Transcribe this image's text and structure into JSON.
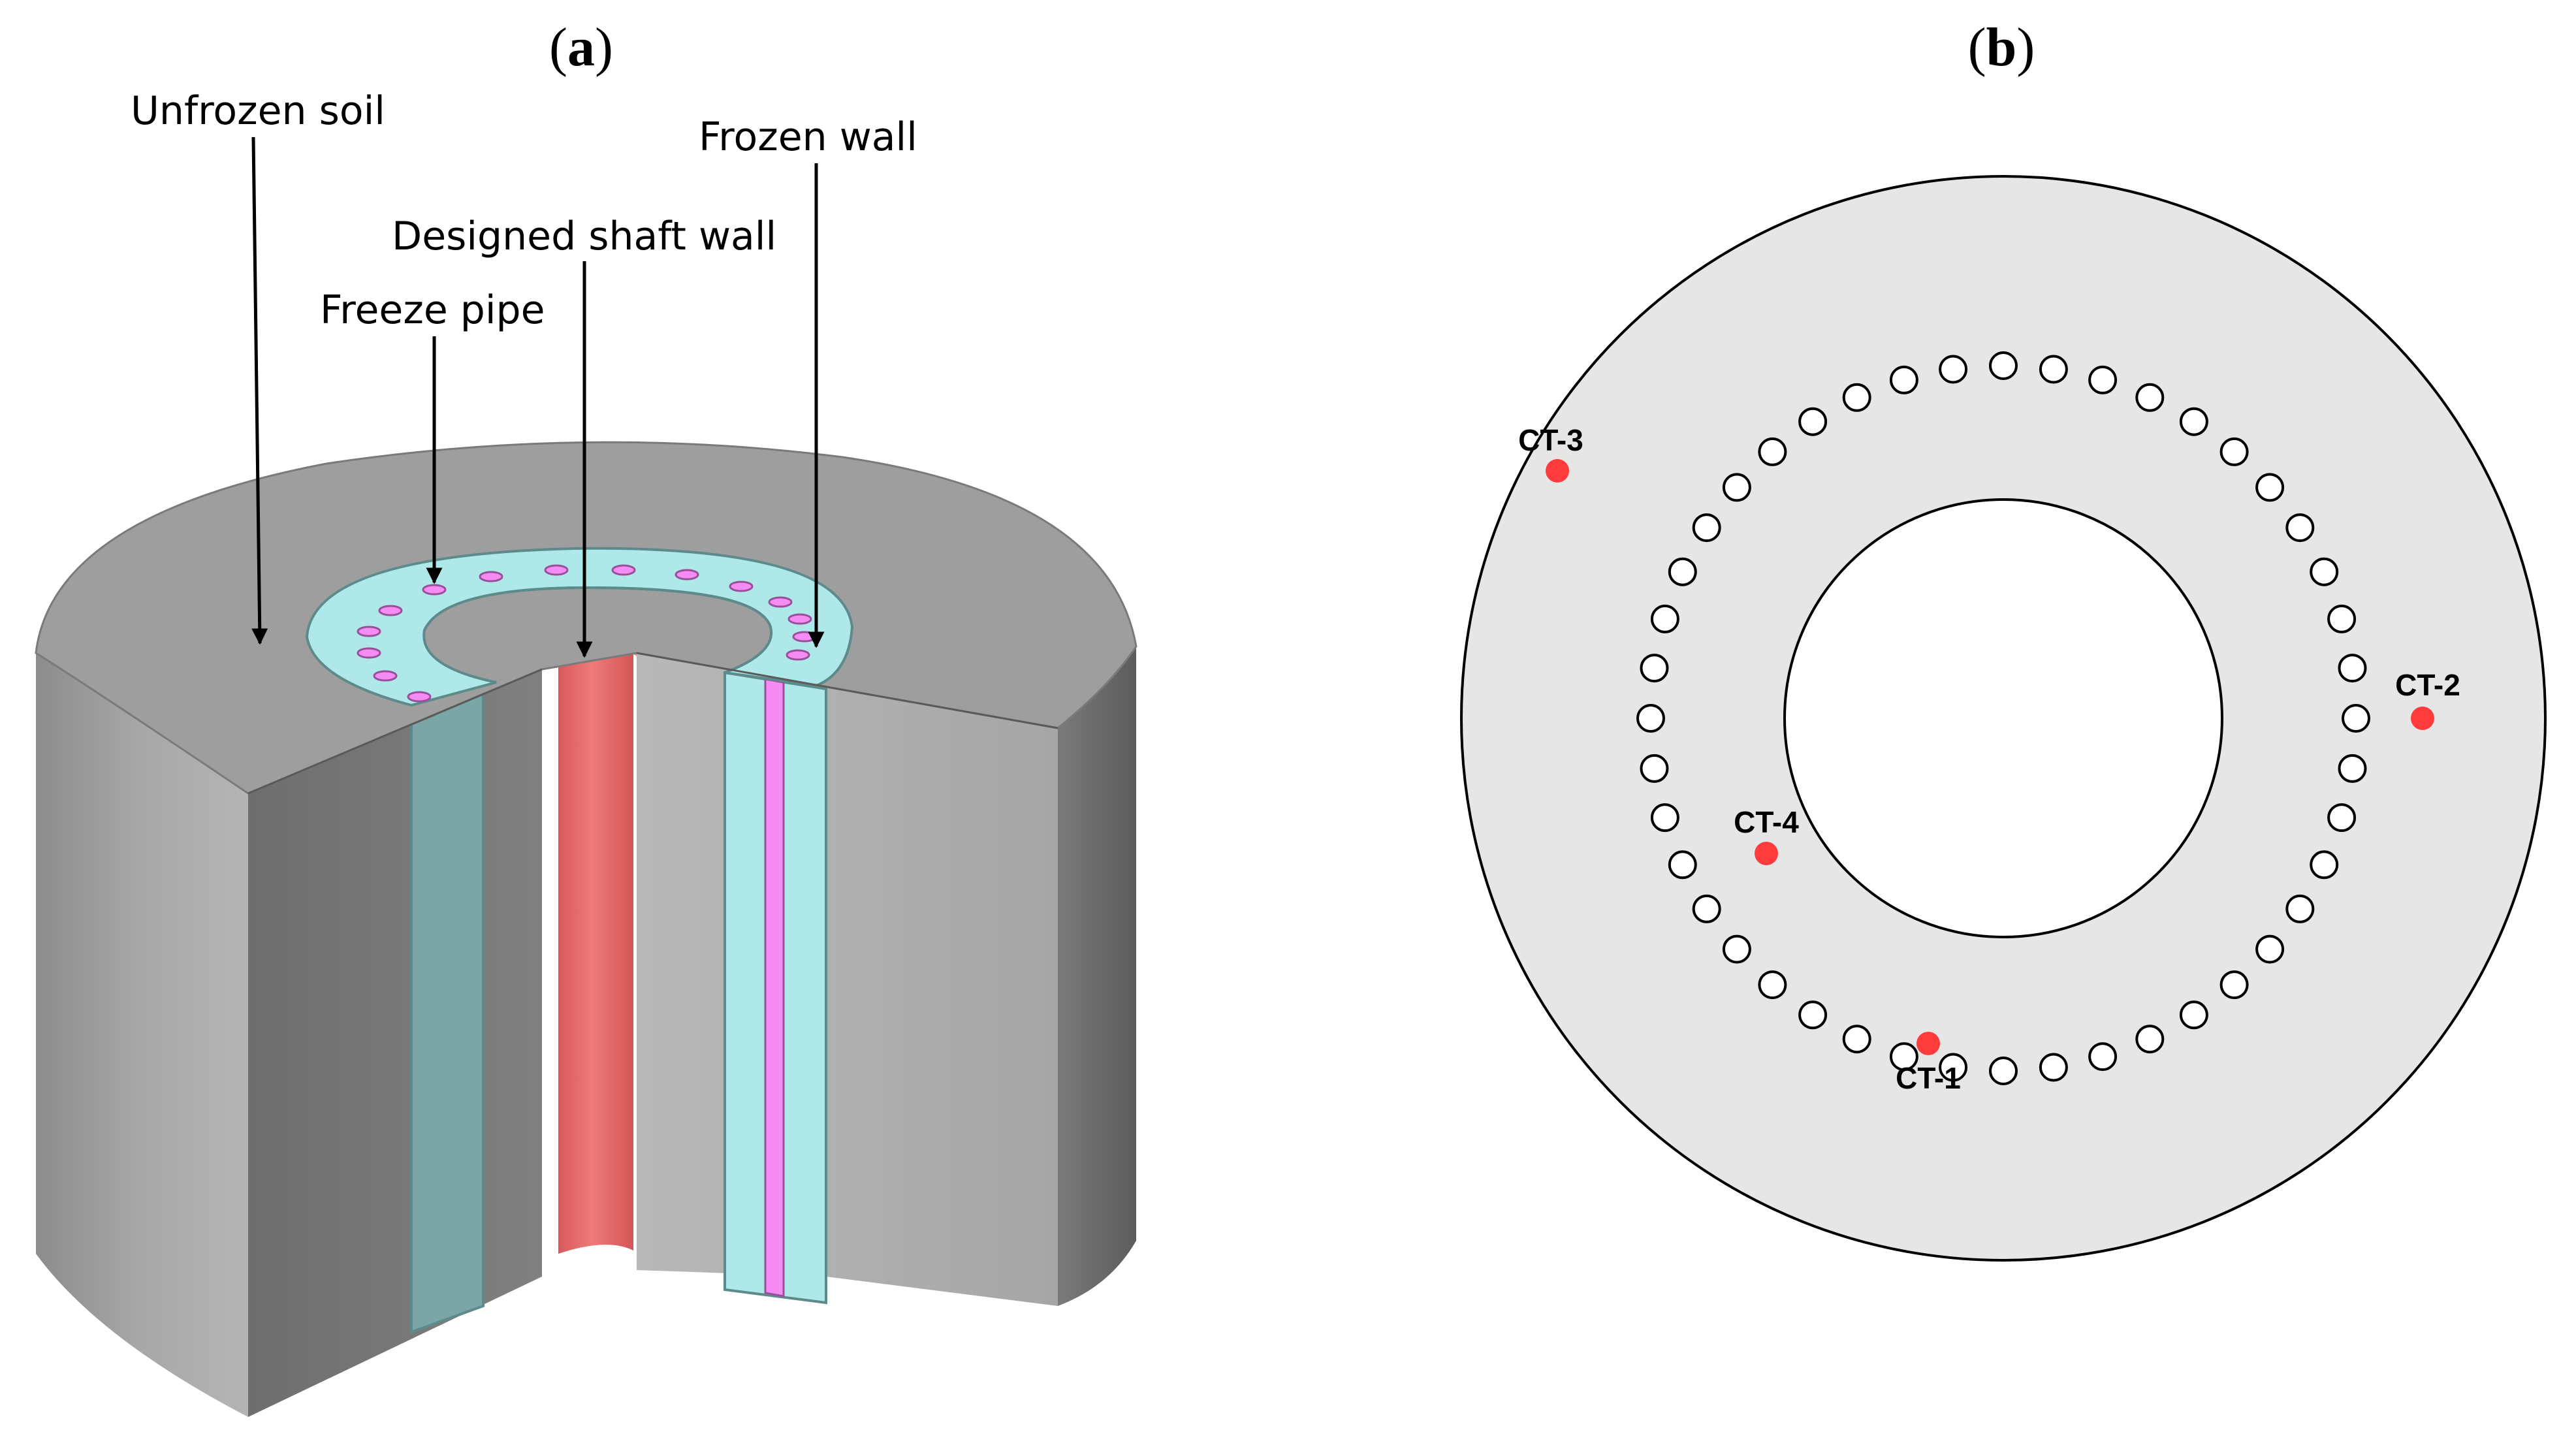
{
  "panel_a": {
    "label_open": "(",
    "label_letter": "a",
    "label_close": ")",
    "callouts": {
      "unfrozen_soil": "Unfrozen soil",
      "frozen_wall": "Frozen wall",
      "designed_shaft_wall": "Designed shaft wall",
      "freeze_pipe": "Freeze pipe"
    }
  },
  "panel_b": {
    "label_open": "(",
    "label_letter": "b",
    "label_close": ")",
    "freeze_pipe_count": 44,
    "sensors": [
      {
        "id": "CT-1"
      },
      {
        "id": "CT-2"
      },
      {
        "id": "CT-3"
      },
      {
        "id": "CT-4"
      }
    ]
  },
  "colors": {
    "soil_light": "#a9a9a9",
    "soil_dark": "#6a6a6a",
    "frozen_wall": "#afe8e8",
    "shaft_wall": "#e06b6b",
    "freeze_pipe": "#f48cf4",
    "plan_fill": "#e6e6e6",
    "sensor": "#ff3b3b"
  }
}
